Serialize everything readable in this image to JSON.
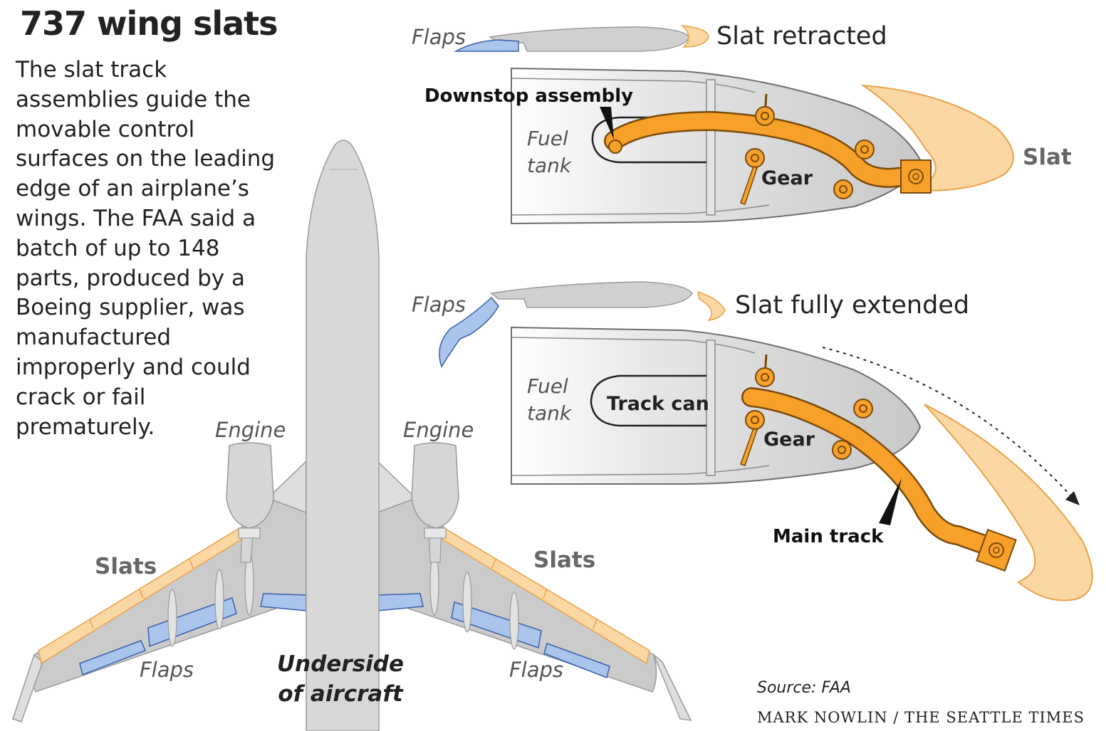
{
  "title": "737 wing slats",
  "description_lines": [
    "The slat track",
    "assemblies guide the",
    "movable control",
    "surfaces on the leading",
    "edge of an airplane’s",
    "wings. The FAA said a",
    "batch of up to 148",
    "parts, produced by a",
    "Boeing supplier, was",
    "manufactured",
    "improperly and could",
    "crack or fail",
    "prematurely."
  ],
  "retracted": {
    "heading": "Slat retracted",
    "flaps": "Flaps",
    "downstop": "Downstop assembly",
    "fuel_tank_line1": "Fuel",
    "fuel_tank_line2": "tank",
    "gear": "Gear",
    "slat": "Slat"
  },
  "extended": {
    "heading": "Slat fully extended",
    "flaps": "Flaps",
    "fuel_tank_line1": "Fuel",
    "fuel_tank_line2": "tank",
    "track_can": "Track can",
    "gear": "Gear",
    "main_track": "Main track"
  },
  "aircraft": {
    "engine_left": "Engine",
    "engine_right": "Engine",
    "slats_left": "Slats",
    "slats_right": "Slats",
    "flaps_left": "Flaps",
    "flaps_right": "Flaps",
    "underside_line1": "Underside",
    "underside_line2": "of aircraft"
  },
  "source": "Source: FAA",
  "credit": "MARK NOWLIN / THE SEATTLE TIMES",
  "colors": {
    "orange": "#f7a02a",
    "orange_dark": "#7a4a0a",
    "slat_light": "#fbd7a3",
    "flap_blue": "#a9c5ec",
    "flap_blue_dark": "#3a5fa8",
    "wing_gray": "#c9c9c9",
    "fuselage_gray": "#d8d8d8",
    "text": "#222222",
    "label_gray": "#555555"
  }
}
